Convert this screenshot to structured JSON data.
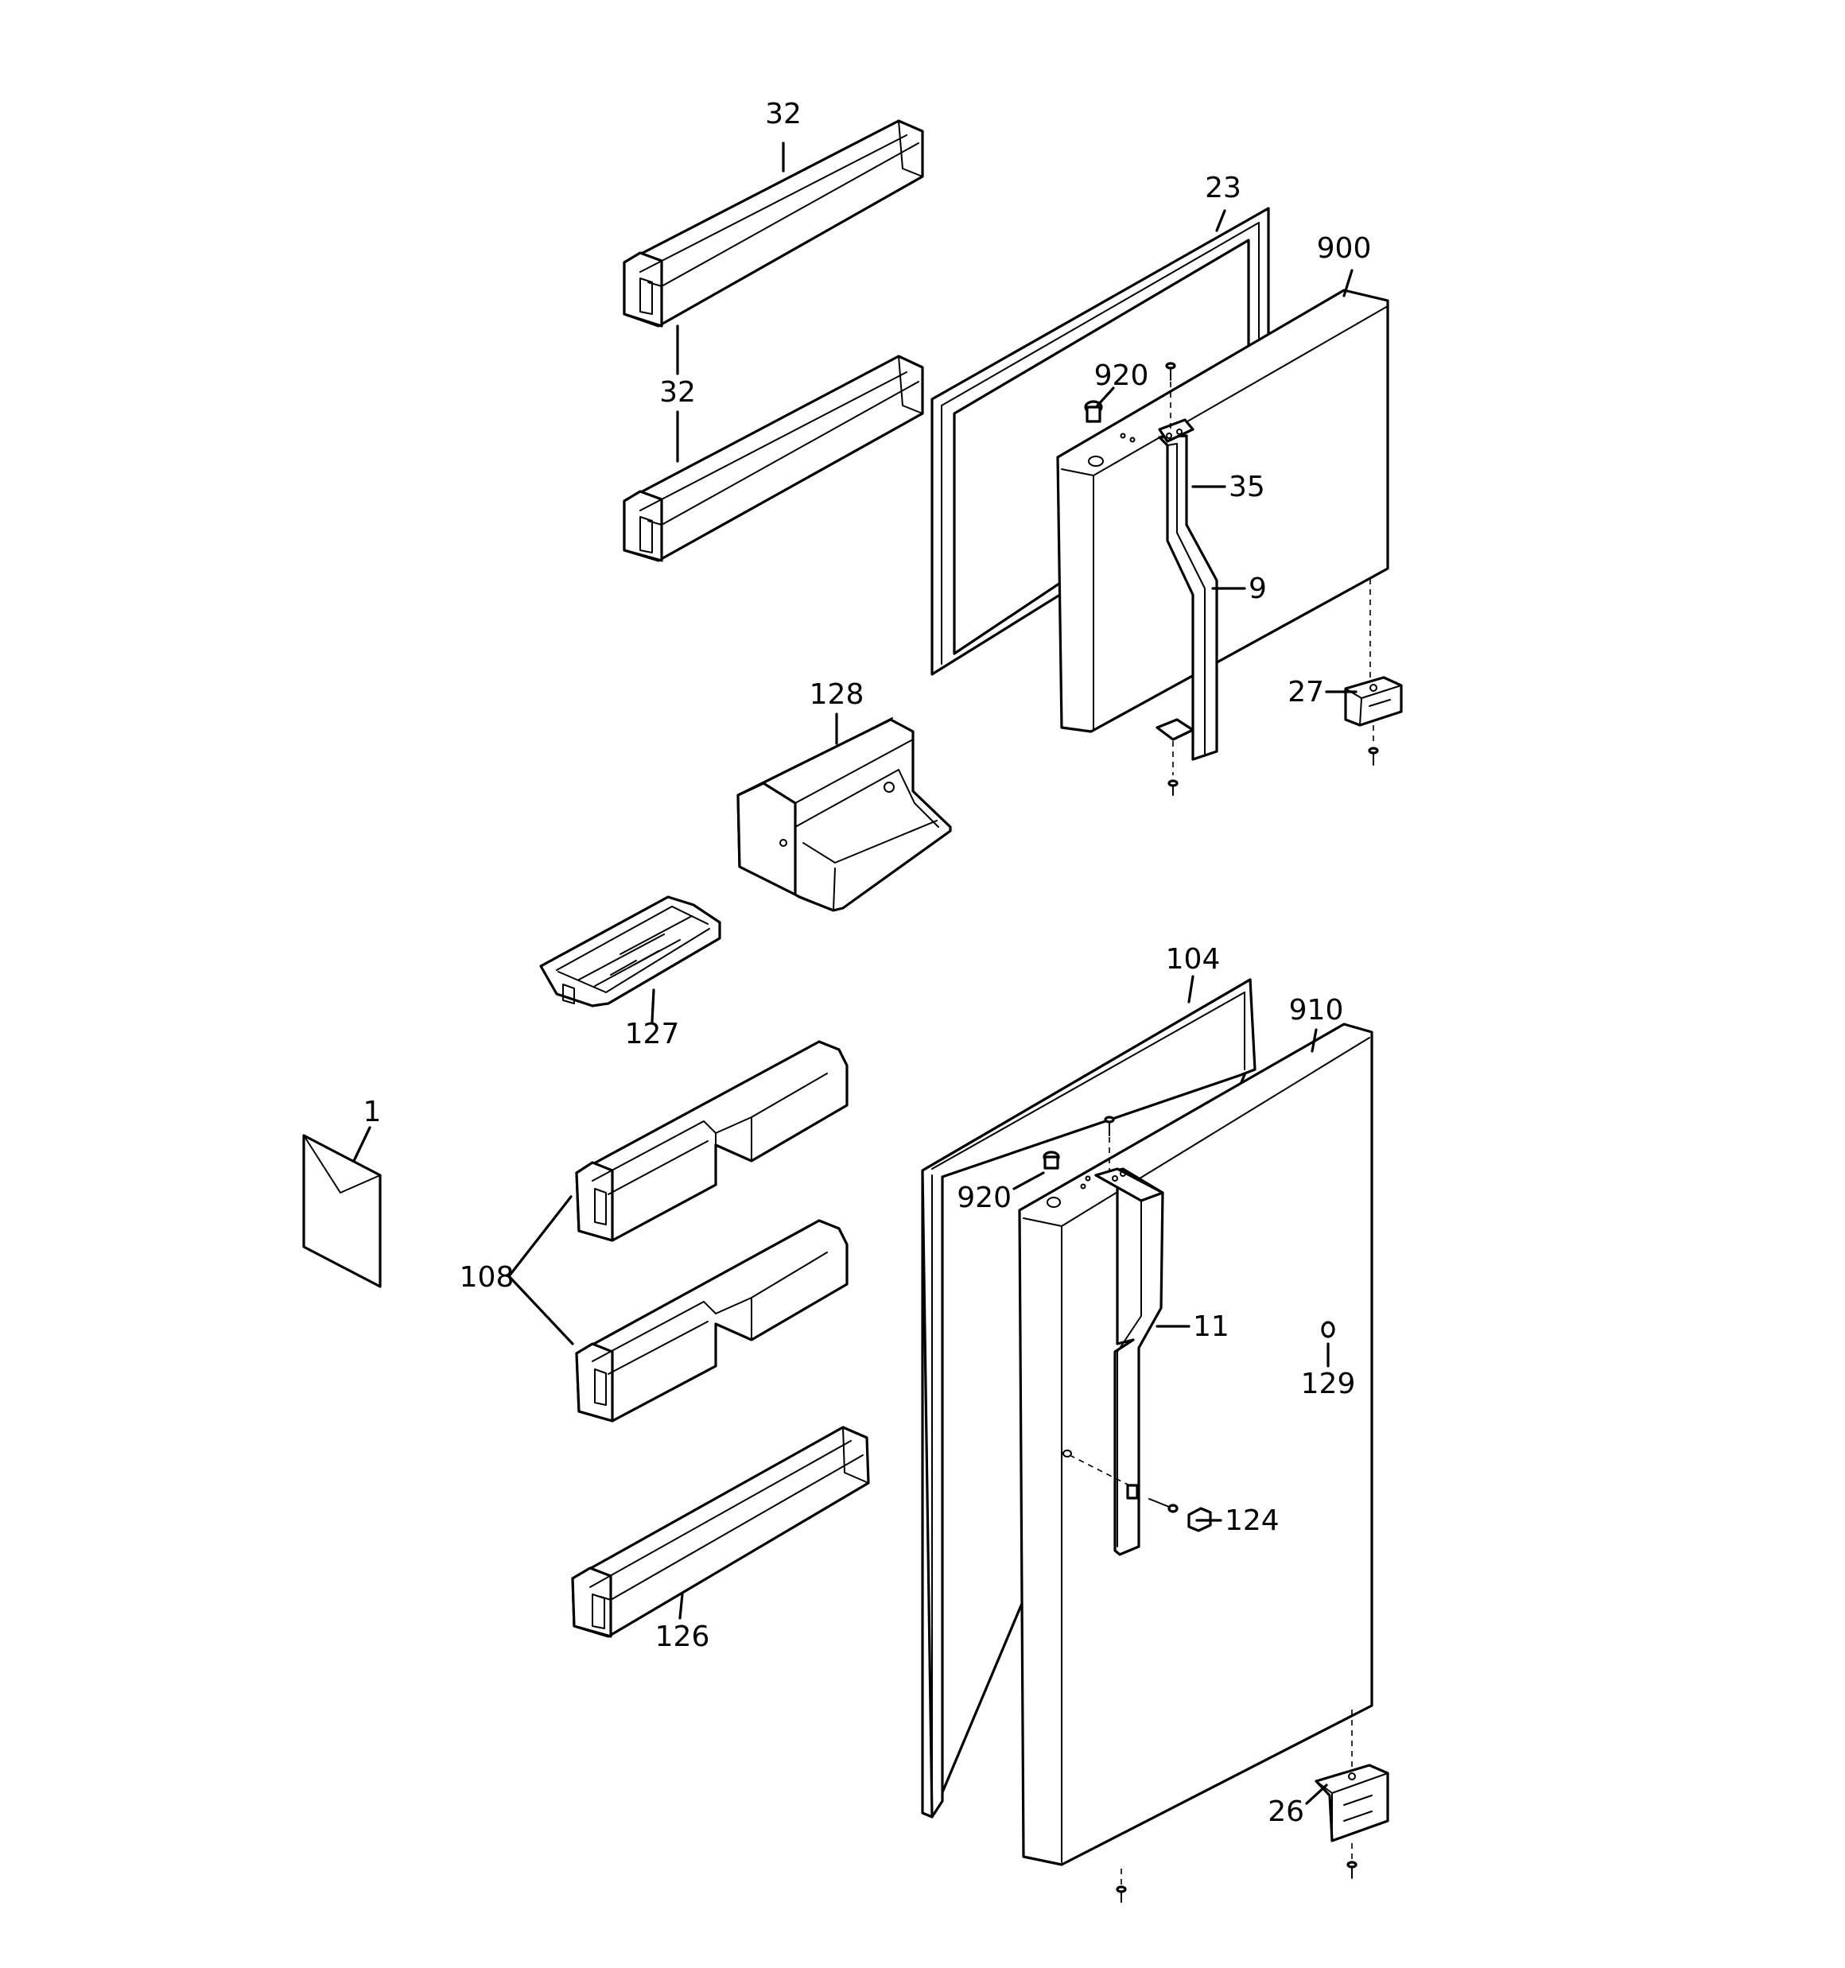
{
  "callouts": {
    "c32a": "32",
    "c32b": "32",
    "c23": "23",
    "c900": "900",
    "c920a": "920",
    "c35": "35",
    "c9": "9",
    "c27": "27",
    "c128": "128",
    "c127": "127",
    "c104": "104",
    "c910": "910",
    "c1": "1",
    "c920b": "920",
    "c11": "11",
    "c129": "129",
    "c108": "108",
    "c124": "124",
    "c126": "126",
    "c26": "26"
  }
}
